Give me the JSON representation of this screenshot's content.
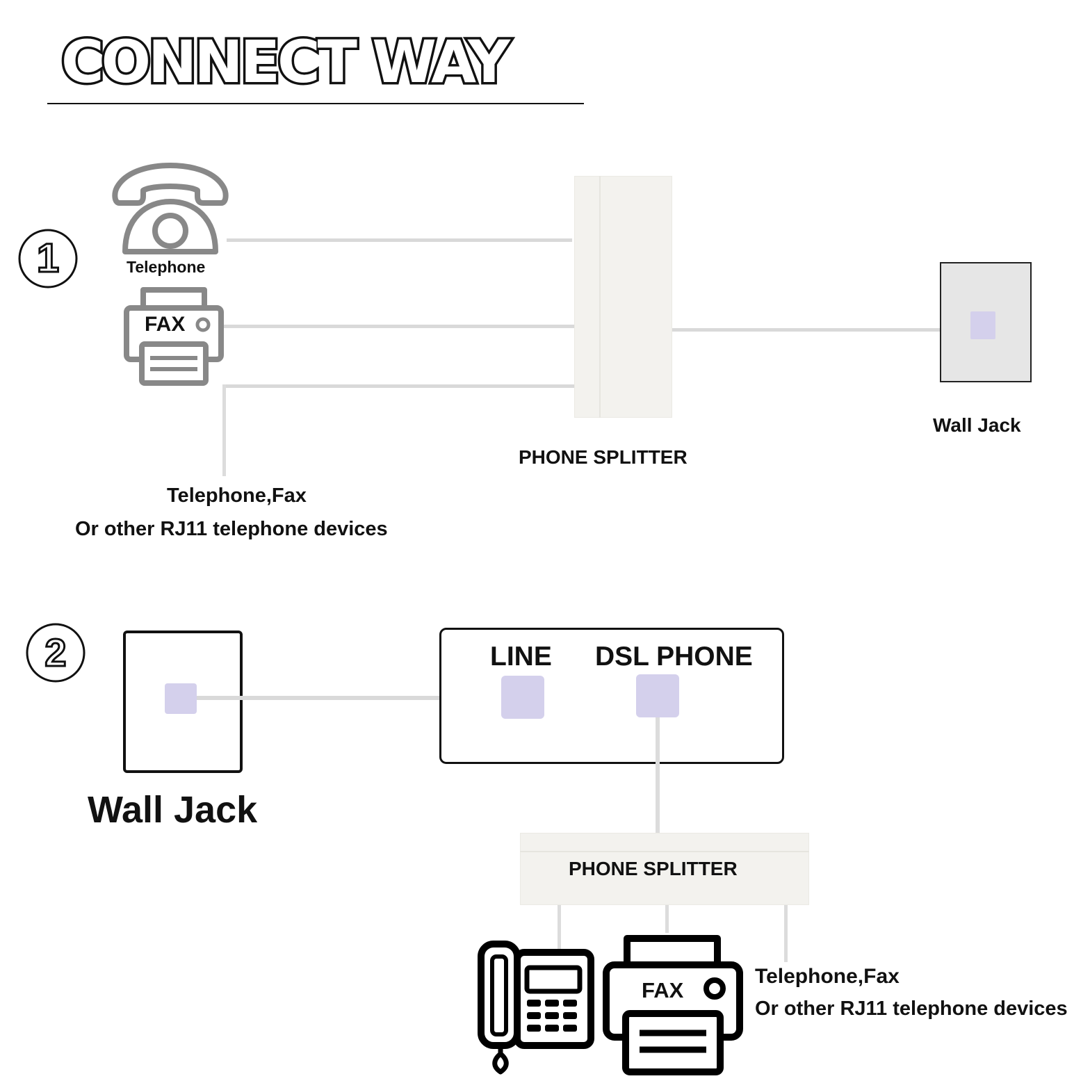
{
  "title": "CONNECT WAY",
  "method_1": {
    "number": "1",
    "telephone_label": "Telephone",
    "fax_label": "FAX",
    "splitter_label": "PHONE SPLITTER",
    "wall_jack_label": "Wall Jack",
    "devices_line1": "Telephone,Fax",
    "devices_line2": "Or other RJ11 telephone devices"
  },
  "method_2": {
    "number": "2",
    "wall_jack_label": "Wall Jack",
    "modem_line_label": "LINE",
    "modem_dsl_phone_label": "DSL PHONE",
    "splitter_label": "PHONE SPLITTER",
    "fax_label": "FAX",
    "devices_line1": "Telephone,Fax",
    "devices_line2": "Or other RJ11 telephone devices"
  },
  "colors": {
    "port": "#d4d0ec",
    "cable": "#d9d9d9",
    "splitter_body": "#f3f2ee",
    "icon_gray": "#888888",
    "outline": "#111111"
  },
  "icons": [
    "number-1-circle-icon",
    "telephone-icon",
    "fax-icon",
    "number-2-circle-icon",
    "desk-phone-icon",
    "fax-machine-icon"
  ]
}
